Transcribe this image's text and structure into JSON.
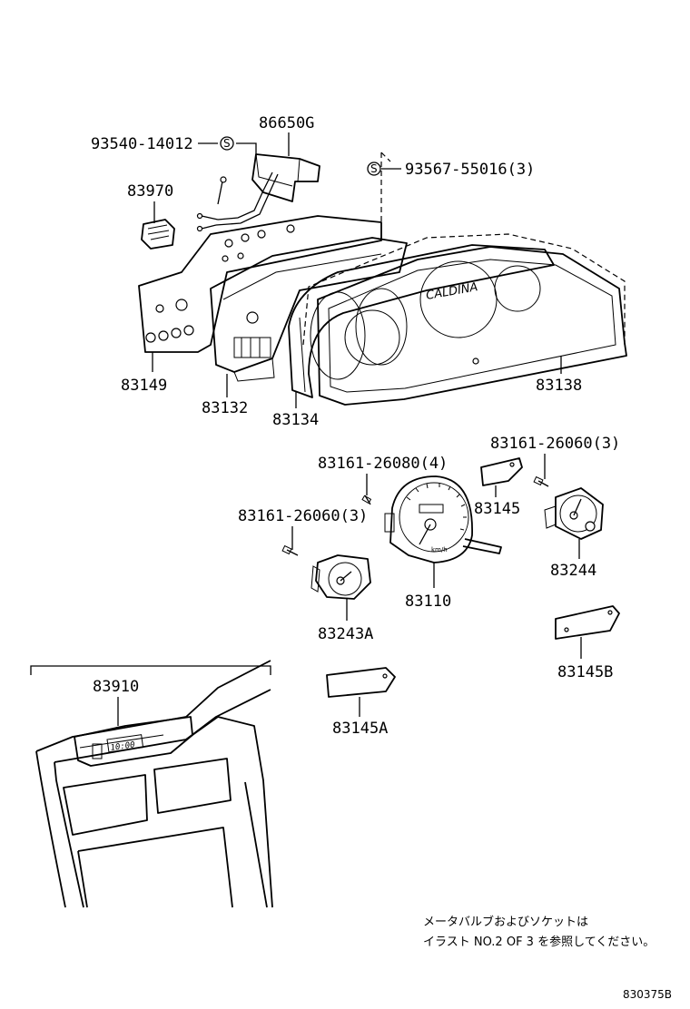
{
  "labels": {
    "p86650G": "86650G",
    "p93540": "93540-14012",
    "p93567": "93567-55016(3)",
    "p83970": "83970",
    "p83149": "83149",
    "p83132": "83132",
    "p83134": "83134",
    "p83138": "83138",
    "p83161_26080": "83161-26080(4)",
    "p83161_26060a": "83161-26060(3)",
    "p83161_26060b": "83161-26060(3)",
    "p83145": "83145",
    "p83244": "83244",
    "p83110": "83110",
    "p83243A": "83243A",
    "p83145B": "83145B",
    "p83145A": "83145A",
    "p83910": "83910"
  },
  "symbols": {
    "s1": "S",
    "s2": "S"
  },
  "dial_text": {
    "brand": "CALDINA",
    "speed_unit": "km/h",
    "clock_digits": "10:00"
  },
  "note": {
    "line1": "メータバルブおよびソケットは",
    "line2": "イラスト NO.2 OF 3 を参照してください。"
  },
  "figure_code": "830375B"
}
